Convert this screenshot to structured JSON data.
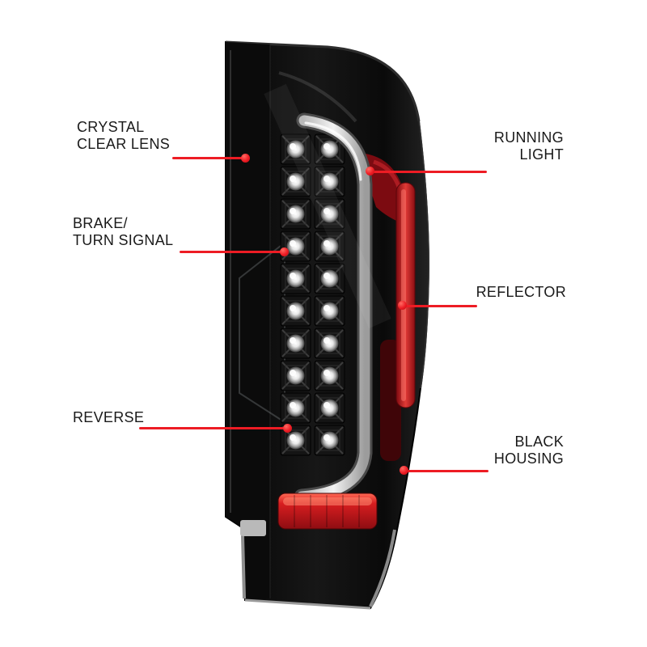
{
  "page": {
    "background_color": "#ffffff"
  },
  "diagram": {
    "accent_color": "#ed1c24",
    "text_color": "#1a1a1a",
    "labels": [
      {
        "id": "crystal-clear-lens",
        "side": "left",
        "lines": [
          "CRYSTAL",
          "CLEAR LENS"
        ]
      },
      {
        "id": "brake-turn-signal",
        "side": "left",
        "lines": [
          "BRAKE/",
          "TURN SIGNAL"
        ]
      },
      {
        "id": "reverse",
        "side": "left",
        "lines": [
          "REVERSE"
        ]
      },
      {
        "id": "running-light",
        "side": "right",
        "lines": [
          "RUNNING",
          "LIGHT"
        ]
      },
      {
        "id": "reflector",
        "side": "right",
        "lines": [
          "REFLECTOR"
        ]
      },
      {
        "id": "black-housing",
        "side": "right",
        "lines": [
          "BLACK",
          "HOUSING"
        ]
      }
    ]
  }
}
